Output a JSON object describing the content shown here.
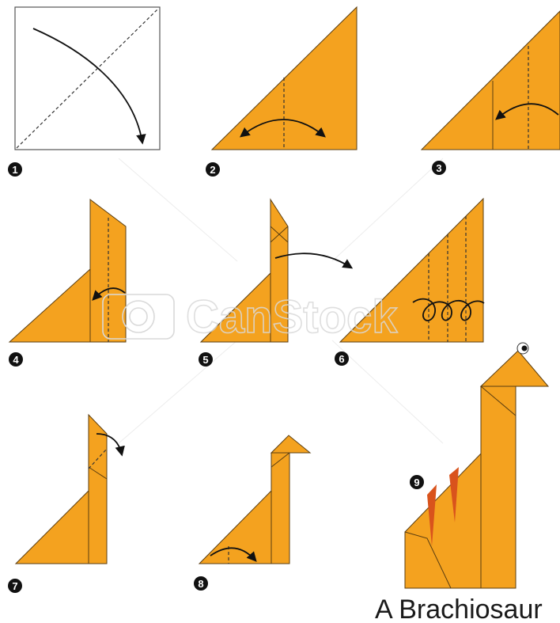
{
  "diagram": {
    "caption": "A Brachiosaur",
    "watermark": "CanStock",
    "colors": {
      "paper": "#f4a21f",
      "fold_line": "#5a3d10",
      "stripe": "#d9531c",
      "badge": "#111111"
    },
    "steps": [
      {
        "number": "1"
      },
      {
        "number": "2"
      },
      {
        "number": "3"
      },
      {
        "number": "4"
      },
      {
        "number": "5"
      },
      {
        "number": "6"
      },
      {
        "number": "7"
      },
      {
        "number": "8"
      },
      {
        "number": "9"
      }
    ]
  }
}
